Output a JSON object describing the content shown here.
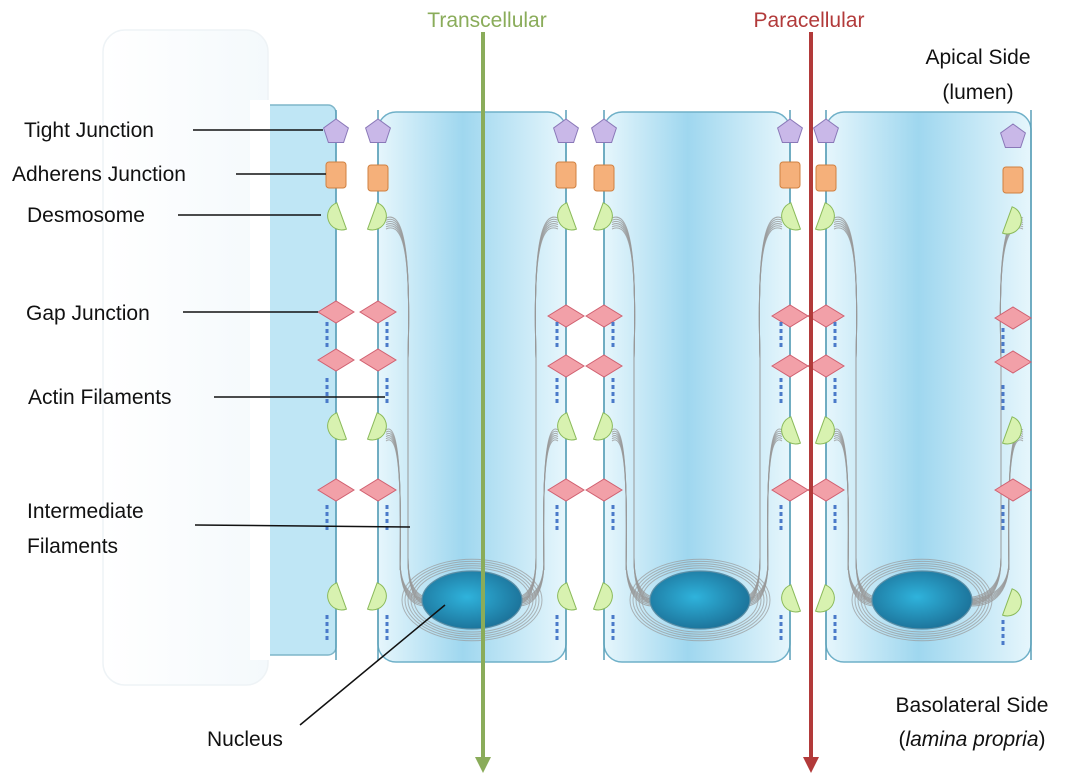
{
  "routes": {
    "transcellular": {
      "label": "Transcellular",
      "color": "#8aac5a"
    },
    "paracellular": {
      "label": "Paracellular",
      "color": "#b23a3a"
    }
  },
  "sides": {
    "apical_line1": "Apical Side",
    "apical_line2": "(lumen)",
    "basolateral_line1": "Basolateral Side",
    "basolateral_line2_paren_open": "(",
    "basolateral_line2_italic": "lamina propria",
    "basolateral_line2_paren_close": ")"
  },
  "labels": {
    "tight_junction": "Tight Junction",
    "adherens_junction": "Adherens Junction",
    "desmosome": "Desmosome",
    "gap_junction": "Gap Junction",
    "actin_filaments": "Actin Filaments",
    "intermediate_filaments_line1": "Intermediate",
    "intermediate_filaments_line2": "Filaments",
    "nucleus": "Nucleus"
  },
  "colors": {
    "tight_junction": "#c9b8e8",
    "adherens_junction": "#f5b07a",
    "desmosome": "#d8f2b0",
    "gap_junction": "#f2a0a8",
    "cell_fill": "#bfe6f5",
    "nucleus": "#2a9ec4",
    "actin": "#4a7ac9",
    "filament": "#999999"
  }
}
